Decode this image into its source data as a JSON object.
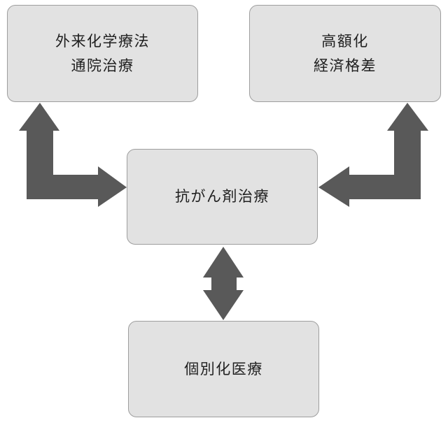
{
  "diagram": {
    "nodes": {
      "outpatient": {
        "lines": [
          "外来化学療法",
          "通院治療"
        ]
      },
      "economic": {
        "lines": [
          "高額化",
          "経済格差"
        ]
      },
      "chemo": {
        "lines": [
          "抗がん剤治療"
        ]
      },
      "personalized": {
        "lines": [
          "個別化医療"
        ]
      }
    },
    "connections": [
      {
        "from": "chemo",
        "to": "outpatient",
        "style": "elbow-double-arrow"
      },
      {
        "from": "chemo",
        "to": "economic",
        "style": "elbow-double-arrow"
      },
      {
        "from": "chemo",
        "to": "personalized",
        "style": "straight-double-arrow"
      }
    ],
    "colors": {
      "node_fill": "#e2e2e2",
      "node_border": "#9e9e9e",
      "arrow": "#595959",
      "text": "#1f1f1f",
      "background": "#ffffff"
    }
  }
}
